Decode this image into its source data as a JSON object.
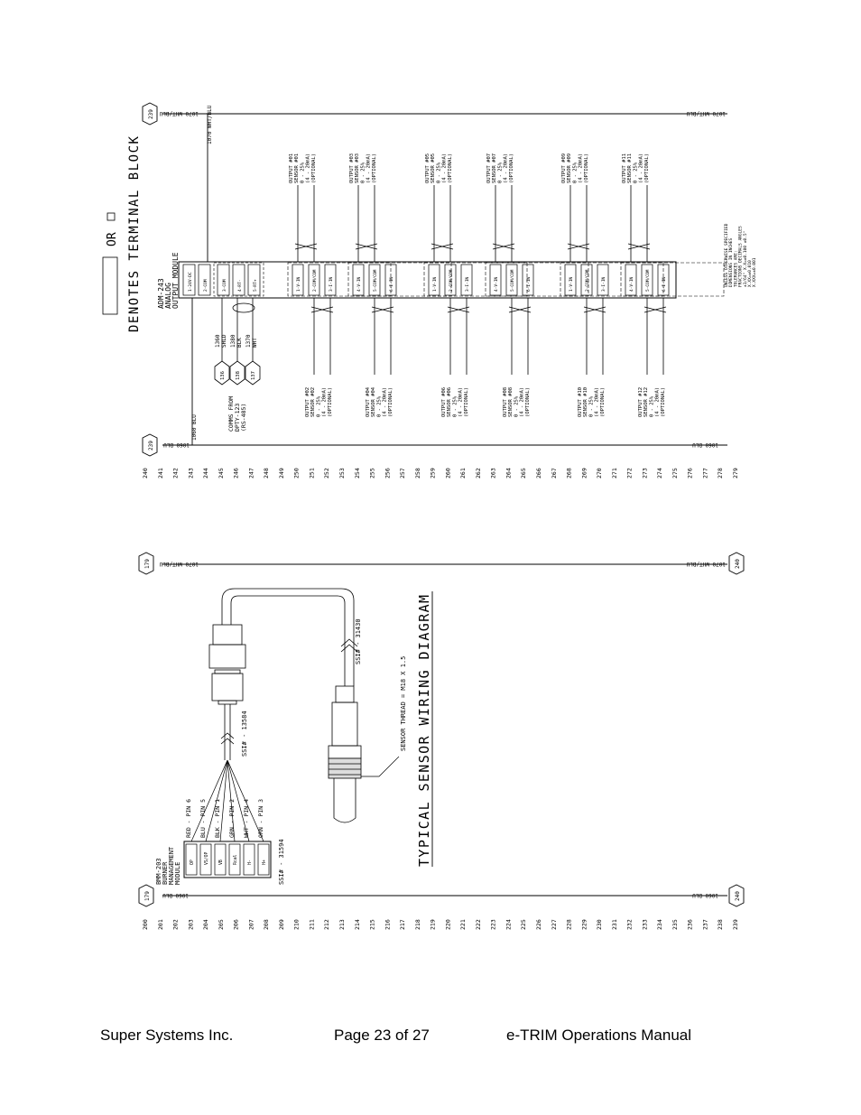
{
  "footer": {
    "company": "Super Systems Inc.",
    "page": "Page 23 of 27",
    "manual": "e-TRIM Operations Manual"
  },
  "top_diagram": {
    "legend_text": "DENOTES TERMINAL BLOCK",
    "legend_or": "OR",
    "module_label_1": "ADM-243",
    "module_label_2": "ANALOG",
    "module_label_3": "OUTPUT MODULE",
    "bus_top_label": "1070 WHT/BLU",
    "bus_bottom_label": "1060 BLU",
    "drop_wht": "1070 WHT/BLU",
    "drop_blu": "1060 BLU",
    "ref_top": "239",
    "ref_bottom": "239",
    "comms_label_1": "COMMS FROM",
    "comms_label_2": "DPTY-123",
    "comms_label_3": "(RS-485)",
    "comms_nodes": [
      "136",
      "138",
      "137"
    ],
    "comms_wires": [
      "1360 SHLD",
      "1380 BLK",
      "1370 WHT"
    ],
    "terminals_left": [
      "1-24V-DC",
      "2-COM",
      "3-COM",
      "4-RT-",
      "5-RT+"
    ],
    "outputs_upper": [
      [
        "OUTPUT #01",
        "SENSOR #01",
        "0 - 25%",
        "(4 - 20mA)",
        "(OPTIONAL)"
      ],
      [
        "OUTPUT #03",
        "SENSOR #03",
        "0 - 25%",
        "(4 - 20mA)",
        "(OPTIONAL)"
      ],
      [
        "OUTPUT #05",
        "SENSOR #05",
        "0 - 25%",
        "(4 - 20mA)",
        "(OPTIONAL)"
      ],
      [
        "OUTPUT #07",
        "SENSOR #07",
        "0 - 25%",
        "(4 - 20mA)",
        "(OPTIONAL)"
      ],
      [
        "OUTPUT #09",
        "SENSOR #09",
        "0 - 25%",
        "(4 - 20mA)",
        "(OPTIONAL)"
      ],
      [
        "OUTPUT #11",
        "SENSOR #11",
        "0 - 25%",
        "(4 - 20mA)",
        "(OPTIONAL)"
      ]
    ],
    "outputs_lower": [
      [
        "OUTPUT #02",
        "SENSOR #02",
        "0 - 25%",
        "(4 - 20mA)",
        "(OPTIONAL)"
      ],
      [
        "OUTPUT #04",
        "SENSOR #04",
        "0 - 25%",
        "(4 - 20mA)",
        "(OPTIONAL)"
      ],
      [
        "OUTPUT #06",
        "SENSOR #06",
        "0 - 25%",
        "(4 - 20mA)",
        "(OPTIONAL)"
      ],
      [
        "OUTPUT #08",
        "SENSOR #08",
        "0 - 25%",
        "(4 - 20mA)",
        "(OPTIONAL)"
      ],
      [
        "OUTPUT #10",
        "SENSOR #10",
        "0 - 25%",
        "(4 - 20mA)",
        "(OPTIONAL)"
      ],
      [
        "OUTPUT #12",
        "SENSOR #12",
        "0 - 25%",
        "(4 - 20mA)",
        "(OPTIONAL)"
      ]
    ],
    "group_terminals": [
      "1-V-IN",
      "2-COM/COM",
      "3-I-IN"
    ],
    "group_terminals_alt": [
      "4-V-IN",
      "5-COM/COM",
      "6-I-IN"
    ],
    "tolerance_note": [
      "UNLESS OTHERWISE SPECIFIED",
      "DIMENSIONS IN INCHES",
      "TOLERANCES ARE:",
      "FRACTIONS  DECIMALS  ANGLES",
      "±1/64\"  X.X=±0.100  ±0.5°",
      "X.XX=±0.010",
      "X.XXX=±0.001"
    ],
    "line_numbers": [
      "240",
      "241",
      "242",
      "243",
      "244",
      "245",
      "246",
      "247",
      "248",
      "249",
      "250",
      "251",
      "252",
      "253",
      "254",
      "255",
      "256",
      "257",
      "258",
      "259",
      "260",
      "261",
      "262",
      "263",
      "264",
      "265",
      "266",
      "267",
      "268",
      "269",
      "270",
      "271",
      "272",
      "273",
      "274",
      "275",
      "276",
      "277",
      "278",
      "279"
    ]
  },
  "bottom_diagram": {
    "title": "TYPICAL SENSOR WIRING DIAGRAM",
    "bus_top_label": "1070 WHT/BLU",
    "bus_bottom_label": "1060 BLU",
    "ref_left_top": "179",
    "ref_left_bottom": "179",
    "ref_right_top": "240",
    "ref_right_bottom": "240",
    "module_label_1": "BMM-203",
    "module_label_2": "BURNER",
    "module_label_3": "MANAGEMENT",
    "module_label_4": "MODULE",
    "module_cable": "SSI# - 31594",
    "module_terminals": [
      "OP",
      "VS/OP",
      "VB",
      "Rcal",
      "H-",
      "H+"
    ],
    "pin_labels": [
      "RED - PIN 6",
      "BLU - PIN 5",
      "BLK - PIN 1",
      "GRN - PIN 2",
      "WHT - PIN 4",
      "ORN - PIN 3"
    ],
    "cable_1": "SSI# - 13584",
    "cable_2": "SSI# - 31430",
    "thread_note": "SENSOR THREAD = M18 X 1.5",
    "line_numbers": [
      "200",
      "201",
      "202",
      "203",
      "204",
      "205",
      "206",
      "207",
      "208",
      "209",
      "210",
      "211",
      "212",
      "213",
      "214",
      "215",
      "216",
      "217",
      "218",
      "219",
      "220",
      "221",
      "222",
      "223",
      "224",
      "225",
      "226",
      "227",
      "228",
      "229",
      "230",
      "231",
      "232",
      "233",
      "234",
      "235",
      "236",
      "237",
      "238",
      "239"
    ]
  }
}
